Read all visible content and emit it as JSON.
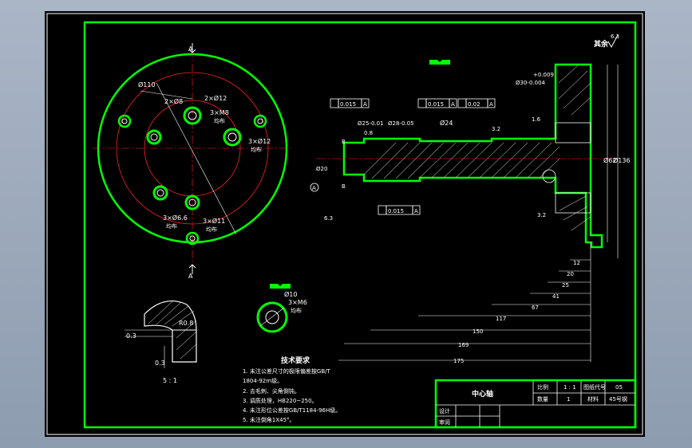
{
  "drawing": {
    "roughness_rest": "其余",
    "roughness_rest_value": "6.3",
    "section_a": "A",
    "section_b": "B",
    "tech_title": "技术要求",
    "tech_notes": [
      "1. 未注公差尺寸的极限偏差按GB/T",
      "1804-92m级。",
      "2. 去毛刺、尖角倒钝。",
      "3. 调质处理，HB220~250。",
      "4. 未注形位公差按GB/T1184-96H级。",
      "5. 未注倒角1X45°。"
    ],
    "view_labels": {
      "scale_note": "5 : 1"
    },
    "front_view": {
      "d110": "Ø110",
      "holes_2x8": "2×Ø8",
      "holes_2x12": "2×Ø12",
      "holes_3xm8": "3×M8",
      "holes_3xm8_note": "均布",
      "holes_3x12": "3×Ø12",
      "holes_3x12_note": "均布",
      "holes_3x66": "3×Ø6.6",
      "holes_3x66_note": "均布",
      "holes_3x11": "3×Ø11",
      "holes_3x11_note": "均布"
    },
    "detail": {
      "d10": "Ø10",
      "m6": "3×M6",
      "m6_note": "均布",
      "r08": "R0.8",
      "d03a": "0.3",
      "d03b": "0.3"
    },
    "section_view": {
      "tol1": "0.015",
      "tol2": "0.015",
      "tol3": "0.02",
      "tol4": "0.015",
      "datum": "A",
      "d30": "Ø30-0.004",
      "d30_upper": "+0.009",
      "d25": "Ø25-0.01",
      "d28": "Ø28-0.05",
      "d24": "Ø24",
      "d20": "Ø20",
      "d62": "Ø62",
      "d136": "Ø136",
      "ra16": "1.6",
      "ra32": "3.2",
      "ra08": "0.8",
      "ra63": "6.3"
    },
    "dims": [
      "12",
      "20",
      "25",
      "41",
      "67",
      "117",
      "150",
      "169",
      "175"
    ]
  },
  "title_block": {
    "part_name": "中心轴",
    "scale_label": "比例",
    "scale_value": "1 : 1",
    "drawing_no_label": "图纸代号",
    "drawing_no": "05",
    "qty_label": "数量",
    "qty_value": "1",
    "material_label": "材料",
    "material_value": "45号钢",
    "designer_label": "设计",
    "reviewer_label": "审阅"
  },
  "colors": {
    "border": "#00ff00",
    "lines": "#ffffff",
    "center_lines": "#ff2020",
    "background": "#000000"
  }
}
